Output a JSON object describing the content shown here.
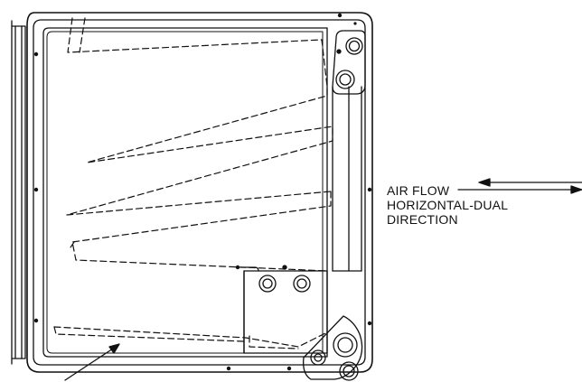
{
  "labels": {
    "line1": "AIR FLOW",
    "line2": "HORIZONTAL-DUAL",
    "line3": "DIRECTION"
  },
  "colors": {
    "stroke": "#111111",
    "background": "#ffffff"
  }
}
